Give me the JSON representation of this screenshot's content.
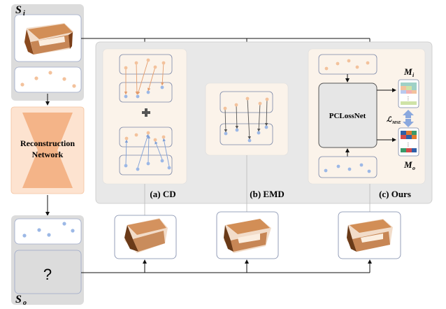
{
  "labels": {
    "s_i": "S",
    "s_i_sub": "i",
    "s_o": "S",
    "s_o_sub": "o",
    "recon_line1": "Reconstruction",
    "recon_line2": "Network",
    "question": "?",
    "cd": "(a) CD",
    "emd": "(b) EMD",
    "ours": "(c) Ours",
    "pclossnet": "PCLossNet",
    "m_i": "M",
    "m_i_sub": "i",
    "m_o": "M",
    "m_o_sub": "o",
    "loss": "ℒ",
    "loss_sub": "MSE",
    "ellipsis": "⋮"
  },
  "colors": {
    "input_point": "#f3c29c",
    "output_point": "#9cb8e6",
    "cd_pair_line": "#e39b6b",
    "cd_pair_line_2": "#7f9fd6",
    "emd_line": "#555555",
    "panel_bg": "#fbf3ea",
    "outer_bg": "#e8e8e8",
    "recon_bg": "#fde3d0",
    "recon_shape": "#f4b488",
    "arrow_mse": "#8aa8de"
  },
  "icons": {
    "plus": "plus-icon",
    "bidirectional": "double-arrow-icon"
  }
}
